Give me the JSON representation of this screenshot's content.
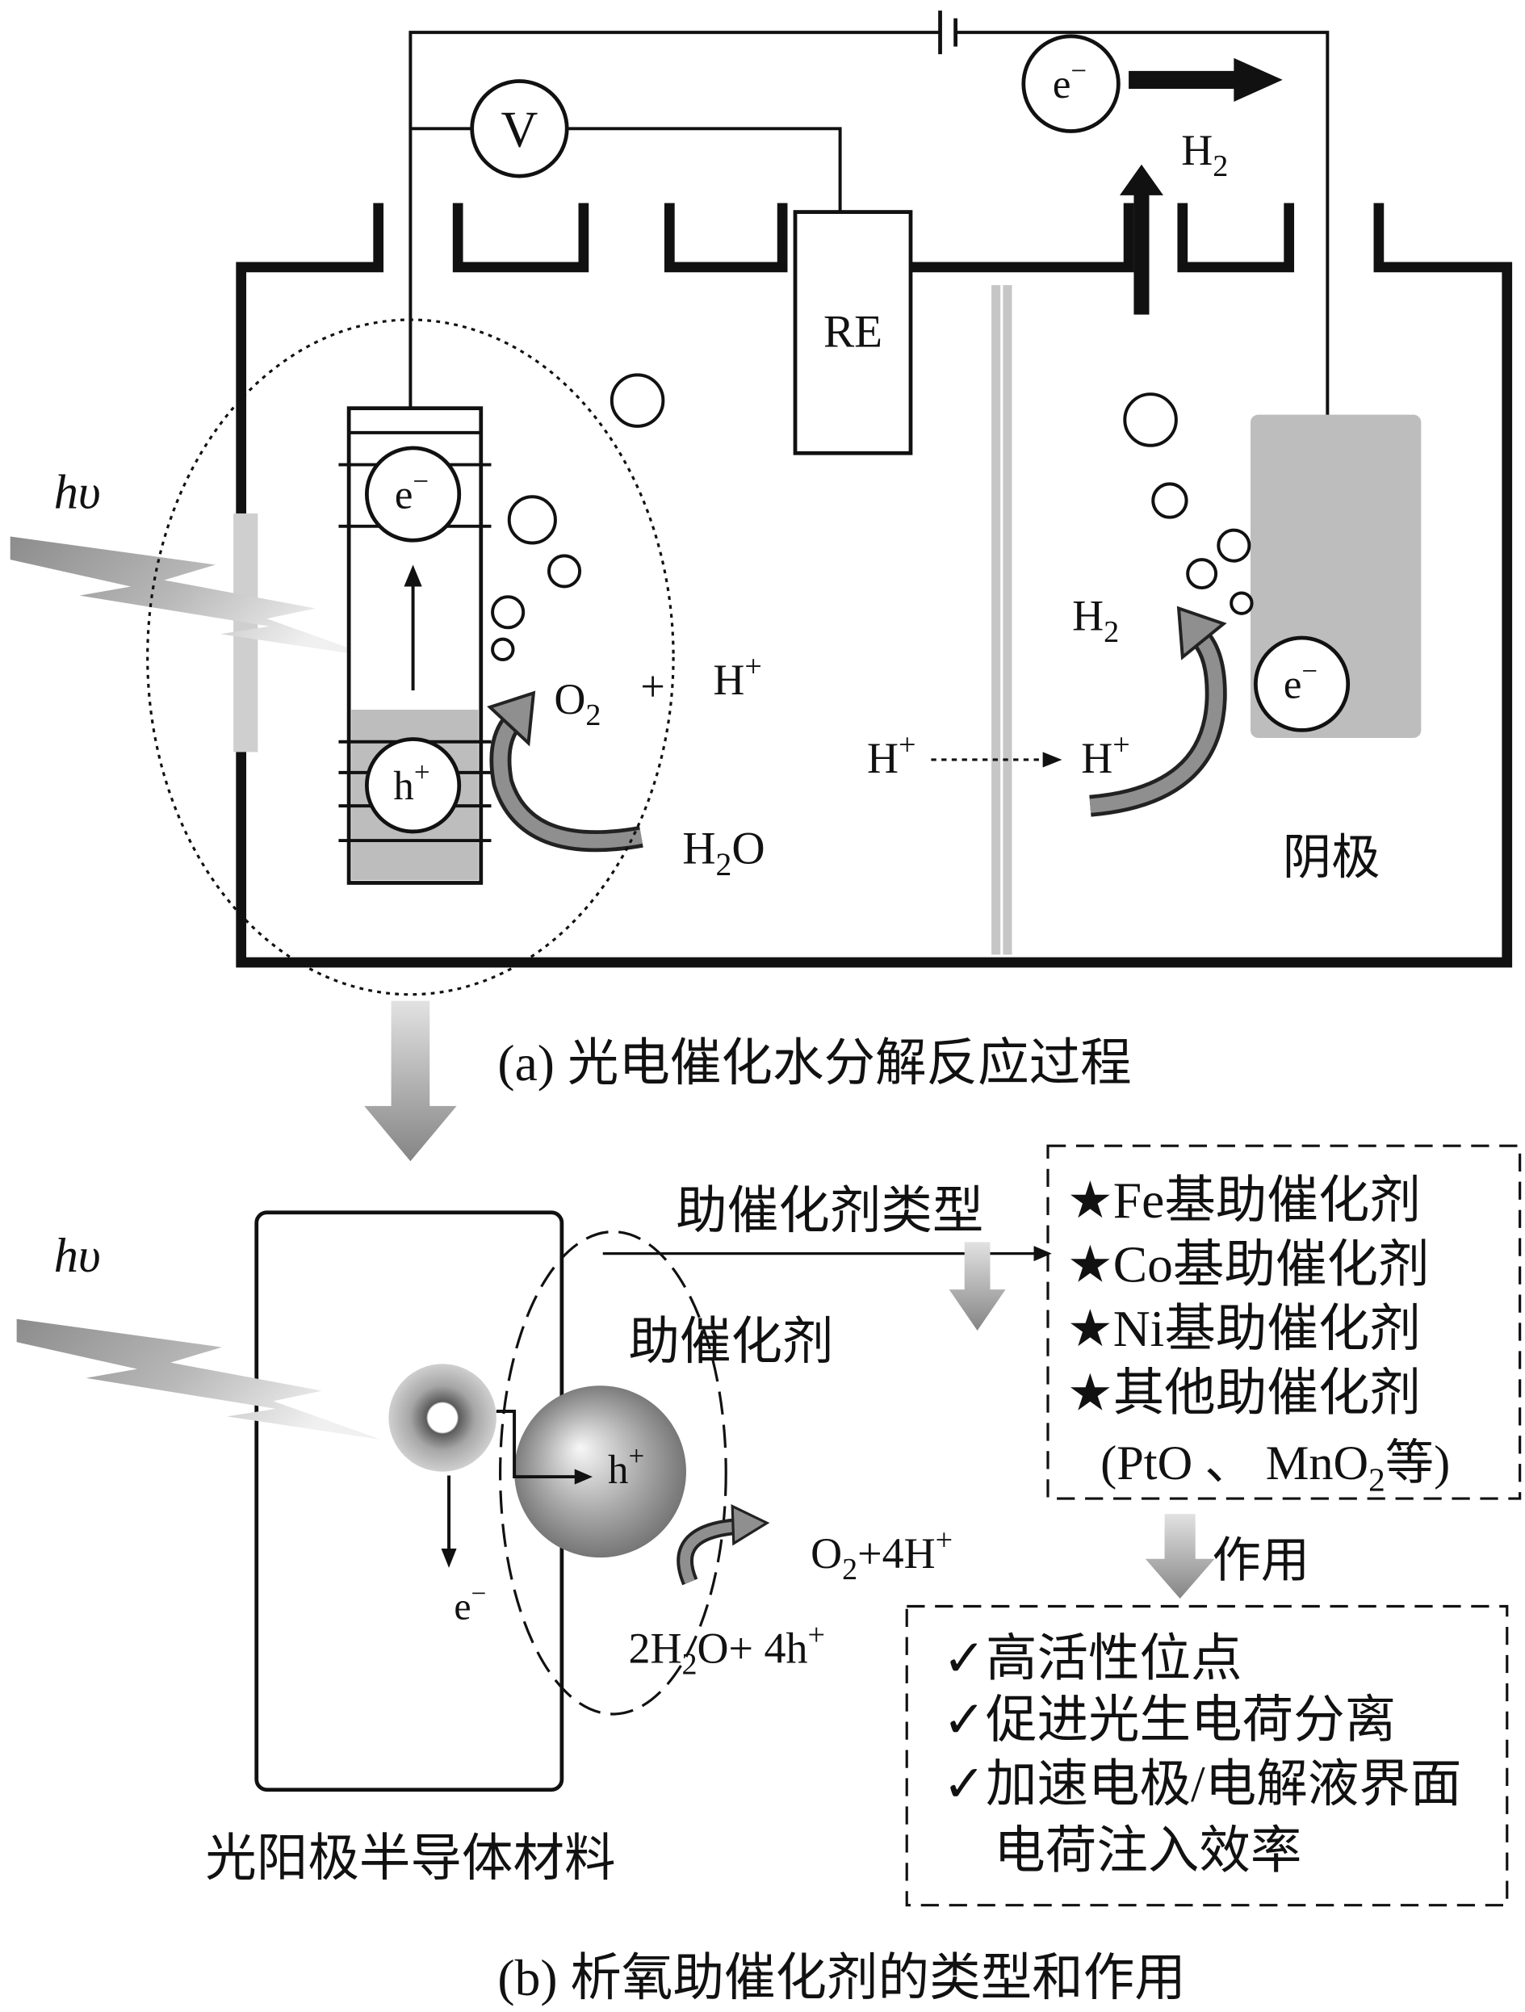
{
  "part_a": {
    "caption": "(a) 光电催化水分解反应过程",
    "voltmeter": "V",
    "reference_electrode": "RE",
    "light": "hυ",
    "cathode": "阴极",
    "electron": {
      "base": "e",
      "sup": "−"
    },
    "hole": {
      "base": "h",
      "sup": "+"
    },
    "hydrogen": {
      "base": "H",
      "sub": "2"
    },
    "oxygen": {
      "base": "O",
      "sub": "2"
    },
    "plus": "+",
    "proton": {
      "base": "H",
      "sup": "+"
    },
    "water": {
      "base": "H",
      "sub": "2",
      "tail": "O"
    }
  },
  "part_b": {
    "caption": "(b) 析氧助催化剂的类型和作用",
    "light": "hυ",
    "photoanode": "光阳极半导体材料",
    "cocatalyst": "助催化剂",
    "types_heading": "助催化剂类型",
    "function_heading": "作用",
    "electron": {
      "base": "e",
      "sup": "−"
    },
    "hole": {
      "base": "h",
      "sup": "+"
    },
    "products": {
      "a": "O",
      "sub": "2",
      "b": "+4H",
      "sup": "+"
    },
    "reactants": {
      "a": "2H",
      "sub": "2",
      "b": "O+ 4h",
      "sup": "+"
    },
    "types": [
      {
        "marker": "★",
        "text": "Fe基助催化剂"
      },
      {
        "marker": "★",
        "text": "Co基助催化剂"
      },
      {
        "marker": "★",
        "text": "Ni基助催化剂"
      },
      {
        "marker": "★",
        "text": "其他助催化剂"
      }
    ],
    "types_note": {
      "a": "(PtO 、 MnO",
      "sub": "2",
      "b": "等)"
    },
    "functions": [
      {
        "marker": "✓",
        "text": "高活性位点"
      },
      {
        "marker": "✓",
        "text": "促进光生电荷分离"
      },
      {
        "marker": "✓",
        "text": "加速电极/电解液界面"
      }
    ],
    "functions_continuation": "电荷注入效率"
  }
}
